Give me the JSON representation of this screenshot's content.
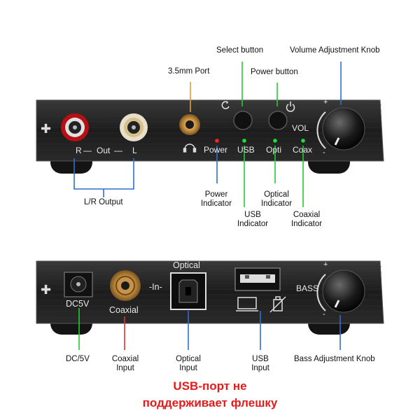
{
  "front_panel": {
    "labels": {
      "select_button": "Select button",
      "volume_knob": "Volume Adjustment Knob",
      "port_35mm": "3.5mm Port",
      "power_button": "Power button",
      "power_indicator": "Power\nIndicator",
      "usb_indicator": "USB\nIndicator",
      "optical_indicator": "Optical\nIndicator",
      "coax_indicator": "Coaxial\nIndicator",
      "lr_output": "L/R Output"
    },
    "printed": {
      "r": "R",
      "out": "Out",
      "l": "L",
      "power": "Power",
      "usb": "USB",
      "opti": "Opti",
      "coax": "Coax",
      "vol": "VOL",
      "plus": "+",
      "minus": "-"
    },
    "leds": {
      "power": "#ff2020",
      "usb": "#22dd33",
      "opti": "#22dd33",
      "coax": "#22dd33"
    }
  },
  "back_panel": {
    "labels": {
      "dc5v": "DC/5V",
      "coaxial_input": "Coaxial\nInput",
      "optical_input": "Optical\nInput",
      "usb_input": "USB\nInput",
      "bass_knob": "Bass Adjustment Knob"
    },
    "printed": {
      "dc5v": "DC5V",
      "coaxial": "Coaxial",
      "in": "-In-",
      "optical": "Optical",
      "bass": "BASS",
      "plus": "+",
      "minus": "-"
    }
  },
  "warning": {
    "line1": "USB-порт не",
    "line2": "поддерживает флешку"
  },
  "colors": {
    "accent_line": "#22cc33",
    "leader_blue": "#2b6fd6",
    "leader_red": "#e03030",
    "warning": "#e41b1b"
  }
}
